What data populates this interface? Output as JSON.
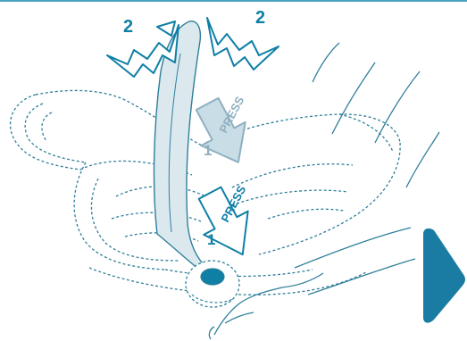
{
  "colors": {
    "line": "#2f7f9a",
    "accent": "#0f7fa6",
    "handle_fill": "#dbe9ef",
    "arrow_fill": "#ffffff",
    "press_arrow_fill": "#c9dde6",
    "press_arrow_stroke": "#8fb0c0",
    "next_arrow": "#1a7ca3",
    "top_rule": "#4aa3c1"
  },
  "labels": {
    "step_left": "2",
    "step_right": "2",
    "press_top_text": "PRESS",
    "press_top_num": "1",
    "press_bottom_text": "PRESS",
    "press_bottom_num": "1"
  },
  "icons": {
    "rotate_left": "rotate-left-arrow-icon",
    "rotate_right": "rotate-right-arrow-icon",
    "press_top": "press-down-arrow-icon",
    "press_bottom": "press-down-arrow-icon",
    "next": "next-arrow-icon"
  }
}
